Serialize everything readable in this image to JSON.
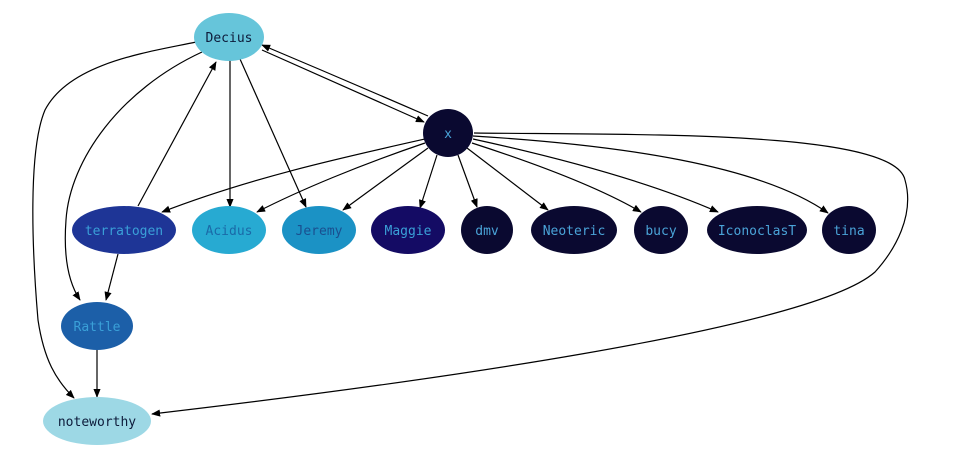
{
  "graph": {
    "nodes": [
      {
        "id": "Decius",
        "label": "Decius",
        "fill": "#66c5da",
        "text": "#0d1b3a"
      },
      {
        "id": "x",
        "label": "x",
        "fill": "#0a0930",
        "text": "#4aa3d8"
      },
      {
        "id": "terratogen",
        "label": "terratogen",
        "fill": "#1e3596",
        "text": "#3aa0d8"
      },
      {
        "id": "Acidus",
        "label": "Acidus",
        "fill": "#27aad2",
        "text": "#1a6aa8"
      },
      {
        "id": "Jeremy",
        "label": "Jeremy",
        "fill": "#1b92c5",
        "text": "#1a4f8f"
      },
      {
        "id": "Maggie",
        "label": "Maggie",
        "fill": "#140b64",
        "text": "#3aa0d8"
      },
      {
        "id": "dmv",
        "label": "dmv",
        "fill": "#0a0930",
        "text": "#4aa3d8"
      },
      {
        "id": "Neoteric",
        "label": "Neoteric",
        "fill": "#0a0930",
        "text": "#4aa3d8"
      },
      {
        "id": "bucy",
        "label": "bucy",
        "fill": "#0a0930",
        "text": "#4aa3d8"
      },
      {
        "id": "IconoclasT",
        "label": "IconoclasT",
        "fill": "#0a0930",
        "text": "#4aa3d8"
      },
      {
        "id": "tina",
        "label": "tina",
        "fill": "#0a0930",
        "text": "#4aa3d8"
      },
      {
        "id": "Rattle",
        "label": "Rattle",
        "fill": "#1c5fa8",
        "text": "#3aa0d8"
      },
      {
        "id": "noteworthy",
        "label": "noteworthy",
        "fill": "#9dd8e5",
        "text": "#0d1b3a"
      }
    ],
    "edges": [
      {
        "from": "Decius",
        "to": "x"
      },
      {
        "from": "x",
        "to": "Decius"
      },
      {
        "from": "Decius",
        "to": "Acidus"
      },
      {
        "from": "Decius",
        "to": "Jeremy"
      },
      {
        "from": "Decius",
        "to": "Rattle"
      },
      {
        "from": "Decius",
        "to": "noteworthy"
      },
      {
        "from": "terratogen",
        "to": "Decius"
      },
      {
        "from": "terratogen",
        "to": "Rattle"
      },
      {
        "from": "x",
        "to": "terratogen"
      },
      {
        "from": "x",
        "to": "Acidus"
      },
      {
        "from": "x",
        "to": "Jeremy"
      },
      {
        "from": "x",
        "to": "Maggie"
      },
      {
        "from": "x",
        "to": "dmv"
      },
      {
        "from": "x",
        "to": "Neoteric"
      },
      {
        "from": "x",
        "to": "bucy"
      },
      {
        "from": "x",
        "to": "IconoclasT"
      },
      {
        "from": "x",
        "to": "tina"
      },
      {
        "from": "x",
        "to": "noteworthy"
      },
      {
        "from": "Rattle",
        "to": "noteworthy"
      }
    ]
  }
}
